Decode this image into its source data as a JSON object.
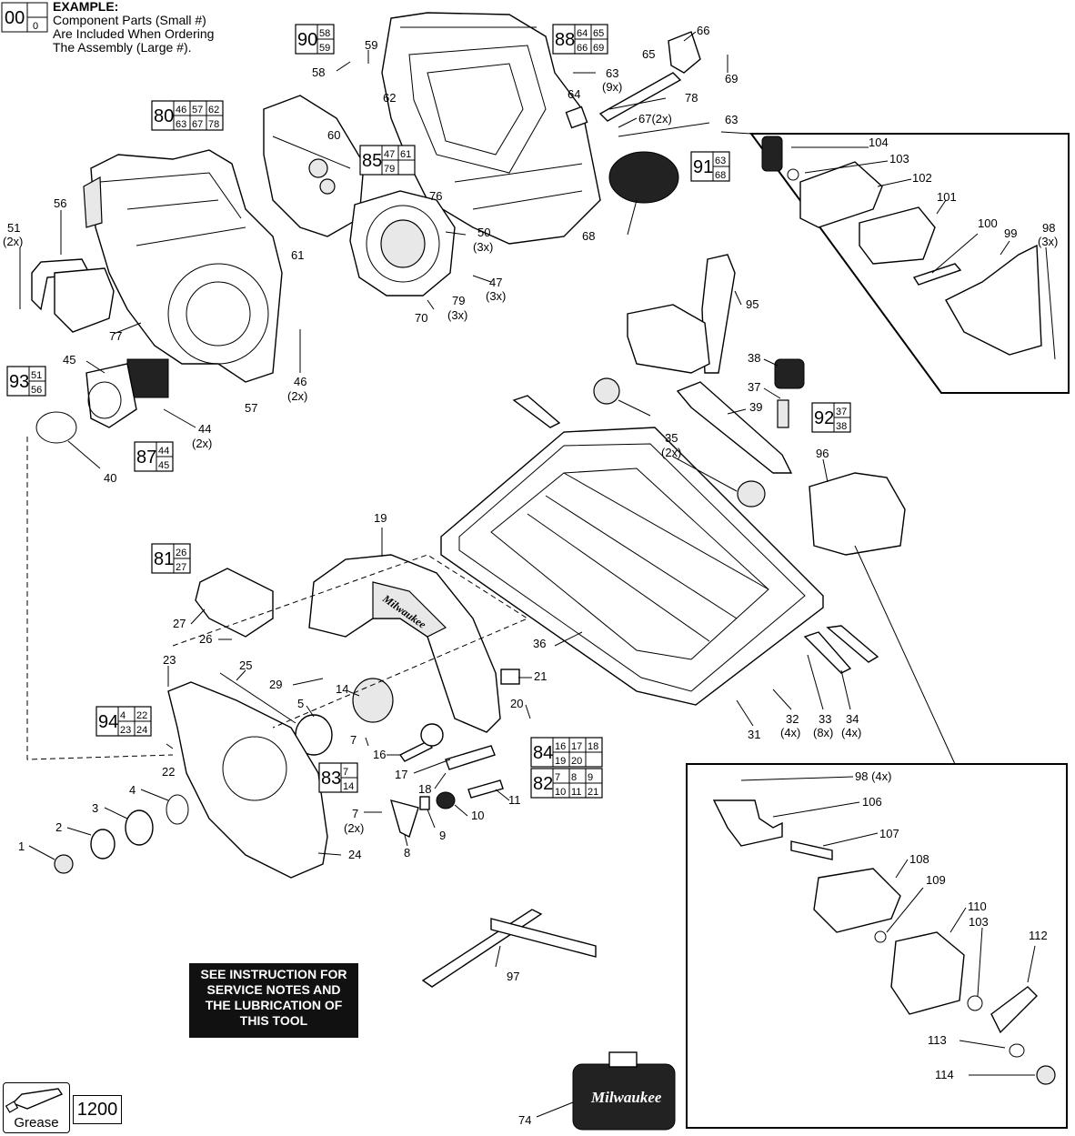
{
  "example": {
    "big": "00",
    "small": "0",
    "title": "EXAMPLE:",
    "line1": "Component Parts (Small #)",
    "line2": "Are Included When Ordering",
    "line3": "The Assembly (Large #)."
  },
  "note": {
    "line1": "SEE INSTRUCTION FOR",
    "line2": "SERVICE NOTES AND",
    "line3": "THE LUBRICATION OF",
    "line4": "THIS TOOL"
  },
  "grease": {
    "label": "Grease",
    "number": "1200"
  },
  "assemblies": [
    {
      "id": "a90",
      "big": "90",
      "rows": [
        [
          "58"
        ],
        [
          "59"
        ]
      ]
    },
    {
      "id": "a88",
      "big": "88",
      "rows": [
        [
          "64",
          "65"
        ],
        [
          "66",
          "69"
        ]
      ]
    },
    {
      "id": "a80",
      "big": "80",
      "rows": [
        [
          "46",
          "57",
          "62"
        ],
        [
          "63",
          "67",
          "78"
        ]
      ]
    },
    {
      "id": "a85",
      "big": "85",
      "rows": [
        [
          "47",
          "61"
        ],
        [
          "79"
        ]
      ]
    },
    {
      "id": "a91",
      "big": "91",
      "rows": [
        [
          "63"
        ],
        [
          "68"
        ]
      ]
    },
    {
      "id": "a93",
      "big": "93",
      "rows": [
        [
          "51"
        ],
        [
          "56"
        ]
      ]
    },
    {
      "id": "a87",
      "big": "87",
      "rows": [
        [
          "44"
        ],
        [
          "45"
        ]
      ]
    },
    {
      "id": "a92",
      "big": "92",
      "rows": [
        [
          "37"
        ],
        [
          "38"
        ]
      ]
    },
    {
      "id": "a81",
      "big": "81",
      "rows": [
        [
          "26"
        ],
        [
          "27"
        ]
      ]
    },
    {
      "id": "a94",
      "big": "94",
      "rows": [
        [
          "4",
          "22"
        ],
        [
          "23",
          "24"
        ]
      ]
    },
    {
      "id": "a83",
      "big": "83",
      "rows": [
        [
          "7"
        ],
        [
          "14"
        ]
      ]
    },
    {
      "id": "a84",
      "big": "84",
      "rows": [
        [
          "16",
          "17",
          "18"
        ],
        [
          "19",
          "20"
        ]
      ]
    },
    {
      "id": "a82",
      "big": "82",
      "rows": [
        [
          "7",
          "8",
          "9"
        ],
        [
          "10",
          "11",
          "21"
        ]
      ]
    }
  ],
  "labels": [
    {
      "id": "l58",
      "t": "58"
    },
    {
      "id": "l59",
      "t": "59"
    },
    {
      "id": "l62",
      "t": "62"
    },
    {
      "id": "l60",
      "t": "60"
    },
    {
      "id": "l66",
      "t": "66"
    },
    {
      "id": "l69",
      "t": "69"
    },
    {
      "id": "l65",
      "t": "65"
    },
    {
      "id": "l63a",
      "t": "63"
    },
    {
      "id": "l9x",
      "t": "(9x)"
    },
    {
      "id": "l64",
      "t": "64"
    },
    {
      "id": "l78",
      "t": "78"
    },
    {
      "id": "l67",
      "t": "67(2x)"
    },
    {
      "id": "l63b",
      "t": "63"
    },
    {
      "id": "l56",
      "t": "56"
    },
    {
      "id": "l51",
      "t": "51"
    },
    {
      "id": "l51x",
      "t": "(2x)"
    },
    {
      "id": "l76",
      "t": "76"
    },
    {
      "id": "l50",
      "t": "50"
    },
    {
      "id": "l50x",
      "t": "(3x)"
    },
    {
      "id": "l68",
      "t": "68"
    },
    {
      "id": "l61",
      "t": "61"
    },
    {
      "id": "l47",
      "t": "47"
    },
    {
      "id": "l47x",
      "t": "(3x)"
    },
    {
      "id": "l79",
      "t": "79"
    },
    {
      "id": "l79x",
      "t": "(3x)"
    },
    {
      "id": "l70",
      "t": "70"
    },
    {
      "id": "l77",
      "t": "77"
    },
    {
      "id": "l45",
      "t": "45"
    },
    {
      "id": "l46",
      "t": "46"
    },
    {
      "id": "l46x",
      "t": "(2x)"
    },
    {
      "id": "l57",
      "t": "57"
    },
    {
      "id": "l44",
      "t": "44"
    },
    {
      "id": "l44x",
      "t": "(2x)"
    },
    {
      "id": "l40",
      "t": "40"
    },
    {
      "id": "l104",
      "t": "104"
    },
    {
      "id": "l103a",
      "t": "103"
    },
    {
      "id": "l102",
      "t": "102"
    },
    {
      "id": "l101",
      "t": "101"
    },
    {
      "id": "l100",
      "t": "100"
    },
    {
      "id": "l99",
      "t": "99"
    },
    {
      "id": "l98",
      "t": "98"
    },
    {
      "id": "l98x",
      "t": "(3x)"
    },
    {
      "id": "l95",
      "t": "95"
    },
    {
      "id": "l38",
      "t": "38"
    },
    {
      "id": "l37",
      "t": "37"
    },
    {
      "id": "l39",
      "t": "39"
    },
    {
      "id": "l35",
      "t": "35"
    },
    {
      "id": "l35x",
      "t": "(2x)"
    },
    {
      "id": "l96",
      "t": "96"
    },
    {
      "id": "l19",
      "t": "19"
    },
    {
      "id": "l27",
      "t": "27"
    },
    {
      "id": "l26",
      "t": "26"
    },
    {
      "id": "l36",
      "t": "36"
    },
    {
      "id": "l23",
      "t": "23"
    },
    {
      "id": "l25",
      "t": "25"
    },
    {
      "id": "l29",
      "t": "29"
    },
    {
      "id": "l21",
      "t": "21"
    },
    {
      "id": "l14",
      "t": "14"
    },
    {
      "id": "l5",
      "t": "5"
    },
    {
      "id": "l20",
      "t": "20"
    },
    {
      "id": "l7a",
      "t": "7"
    },
    {
      "id": "l22",
      "t": "22"
    },
    {
      "id": "l16",
      "t": "16"
    },
    {
      "id": "l17",
      "t": "17"
    },
    {
      "id": "l18",
      "t": "18"
    },
    {
      "id": "l11",
      "t": "11"
    },
    {
      "id": "l10",
      "t": "10"
    },
    {
      "id": "l9",
      "t": "9"
    },
    {
      "id": "l8",
      "t": "8"
    },
    {
      "id": "l7b",
      "t": "7"
    },
    {
      "id": "l7bx",
      "t": "(2x)"
    },
    {
      "id": "l4",
      "t": "4"
    },
    {
      "id": "l3",
      "t": "3"
    },
    {
      "id": "l2",
      "t": "2"
    },
    {
      "id": "l1",
      "t": "1"
    },
    {
      "id": "l24",
      "t": "24"
    },
    {
      "id": "l31",
      "t": "31"
    },
    {
      "id": "l32",
      "t": "32"
    },
    {
      "id": "l32x",
      "t": "(4x)"
    },
    {
      "id": "l33",
      "t": "33"
    },
    {
      "id": "l33x",
      "t": "(8x)"
    },
    {
      "id": "l34",
      "t": "34"
    },
    {
      "id": "l34x",
      "t": "(4x)"
    },
    {
      "id": "l98b",
      "t": "98 (4x)"
    },
    {
      "id": "l106",
      "t": "106"
    },
    {
      "id": "l107",
      "t": "107"
    },
    {
      "id": "l108",
      "t": "108"
    },
    {
      "id": "l109",
      "t": "109"
    },
    {
      "id": "l110",
      "t": "110"
    },
    {
      "id": "l103b",
      "t": "103"
    },
    {
      "id": "l112",
      "t": "112"
    },
    {
      "id": "l113",
      "t": "113"
    },
    {
      "id": "l114",
      "t": "114"
    },
    {
      "id": "l97",
      "t": "97"
    },
    {
      "id": "l74",
      "t": "74"
    }
  ],
  "brand": {
    "guard": "Milwaukee",
    "case": "Milwaukee"
  }
}
